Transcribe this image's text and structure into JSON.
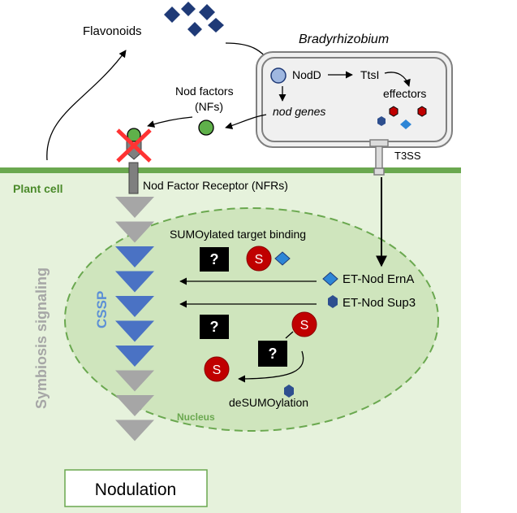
{
  "labels": {
    "flavonoids": "Flavonoids",
    "bacterium": "Bradyrhizobium",
    "nodd": "NodD",
    "ttsi": "TtsI",
    "effectors": "effectors",
    "nod_genes": "nod genes",
    "nod_factors_line1": "Nod factors",
    "nod_factors_line2": "(NFs)",
    "t3ss": "T3SS",
    "plant_cell": "Plant cell",
    "nfr": "Nod Factor Receptor (NFRs)",
    "sumo_binding": "SUMOylated target binding",
    "ernA": "ET-Nod ErnA",
    "sup3": "ET-Nod Sup3",
    "cssp": "CSSP",
    "symbiosis_signaling": "Symbiosis signaling",
    "nucleus": "Nucleus",
    "desumo": "deSUMOylation",
    "nodulation": "Nodulation",
    "question": "?",
    "sumo": "S"
  },
  "colors": {
    "membrane": "#6aa84f",
    "cell_fill": "#e6f2dc",
    "nucleus_fill": "#cfe5bd",
    "nucleus_border": "#6aa84f",
    "flavonoid": "#1f3a77",
    "nodd_fill": "#9fb7e0",
    "nf_fill": "#5fb04a",
    "sumo": "#c00000",
    "cssp_blue": "#4a72c4",
    "grey_triangle": "#a6a6a6",
    "cross": "#ff3333",
    "label_blue": "#5b8fd6",
    "label_grey": "#a6a6a6",
    "plant_label": "#4a8a2a"
  },
  "cascade": [
    "grey",
    "grey",
    "blue",
    "blue",
    "blue",
    "blue",
    "blue",
    "grey",
    "grey",
    "grey"
  ]
}
